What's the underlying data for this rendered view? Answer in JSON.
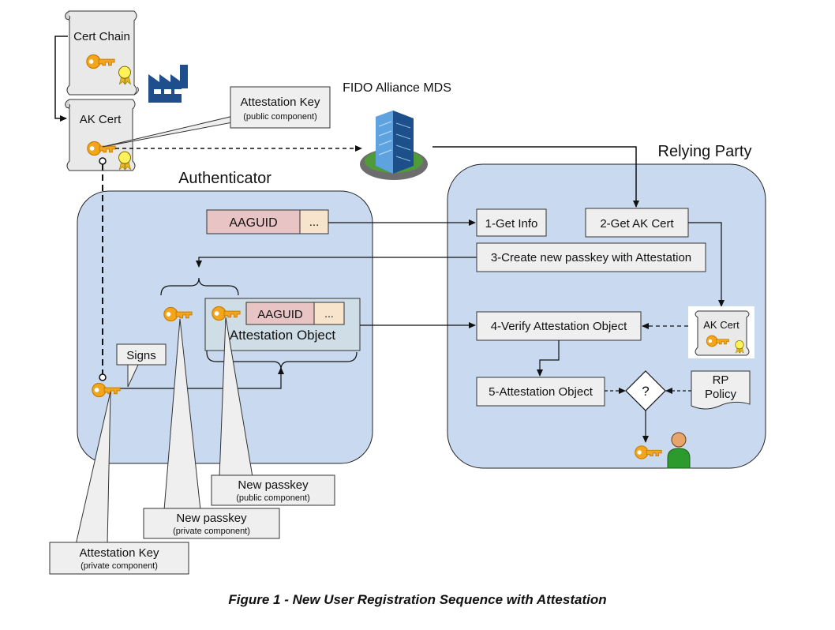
{
  "cert_chain_label": "Cert Chain",
  "ak_cert_label": "AK Cert",
  "attestation_key_public": {
    "title": "Attestation Key",
    "sub": "(public component)"
  },
  "mds_label": "FIDO Alliance MDS",
  "relying_party_label": "Relying Party",
  "authenticator_label": "Authenticator",
  "aaguid": "AAGUID",
  "ellipsis": "...",
  "attestation_object": "Attestation Object",
  "signs": "Signs",
  "steps": [
    "1-Get Info",
    "2-Get AK Cert",
    "3-Create new passkey with Attestation",
    "4-Verify Attestation Object",
    "5-Attestation Object"
  ],
  "rp_ak_cert": "AK Cert",
  "rp_policy": {
    "line1": "RP",
    "line2": "Policy"
  },
  "decision": "?",
  "callout_new_passkey_public": {
    "title": "New passkey",
    "sub": "(public component)"
  },
  "callout_new_passkey_private": {
    "title": "New passkey",
    "sub": "(private component)"
  },
  "callout_attestation_key_private": {
    "title": "Attestation Key",
    "sub": "(private component)"
  },
  "caption": "Figure 1 - New User Registration Sequence with Attestation",
  "colors": {
    "panel_fill": "#c9daf0",
    "box_fill": "#efefef",
    "aaguid_fill": "#e8c4c4",
    "ellipsis_fill": "#f8e3cc",
    "attobj_fill": "#cfdde6",
    "key_color": "#f3a51b",
    "cert_fill": "#e9e9e9",
    "factory_color": "#1f4e8c"
  }
}
